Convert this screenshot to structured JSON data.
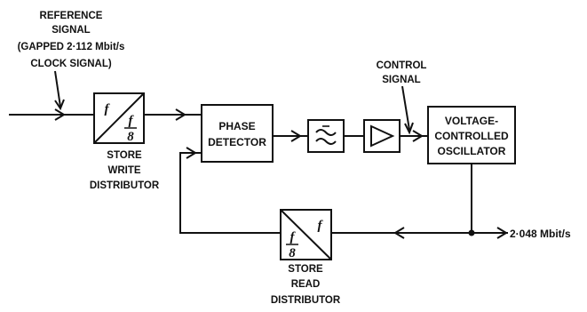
{
  "reference": {
    "line1": "REFERENCE",
    "line2": "SIGNAL",
    "line3": "(GAPPED 2·112 Mbit/s",
    "line4": "CLOCK SIGNAL)"
  },
  "control": {
    "line1": "CONTROL",
    "line2": "SIGNAL"
  },
  "write_distributor": {
    "top": "f",
    "num": "f",
    "den": "8",
    "label1": "STORE",
    "label2": "WRITE",
    "label3": "DISTRIBUTOR"
  },
  "phase_detector": {
    "line1": "PHASE",
    "line2": "DETECTOR"
  },
  "vco": {
    "line1": "VOLTAGE-",
    "line2": "CONTROLLED",
    "line3": "OSCILLATOR"
  },
  "read_distributor": {
    "top": "f",
    "num": "f",
    "den": "8",
    "label1": "STORE",
    "label2": "READ",
    "label3": "DISTRIBUTOR"
  },
  "output": {
    "label": "2·048 Mbit/s"
  }
}
